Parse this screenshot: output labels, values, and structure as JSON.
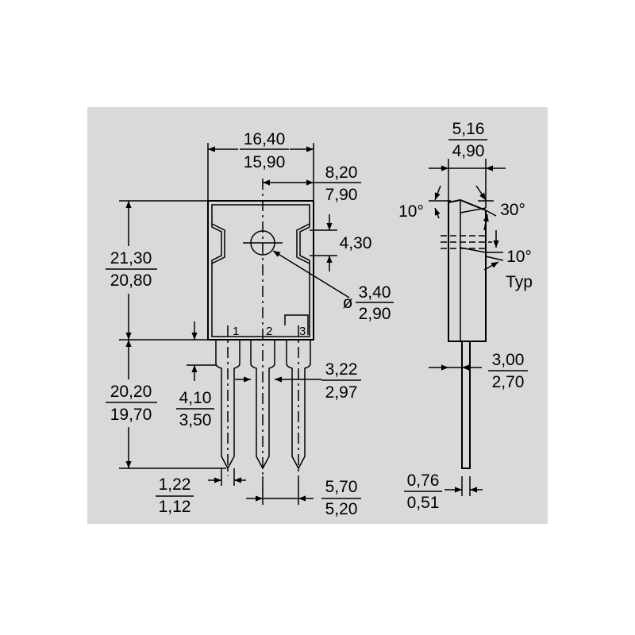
{
  "background_color": "#d9d9d9",
  "front_view": {
    "width": {
      "max": "16,40",
      "min": "15,90"
    },
    "hole_offset": {
      "max": "8,20",
      "min": "7,90"
    },
    "notch": {
      "value": "4,30"
    },
    "body_height": {
      "max": "21,30",
      "min": "20,80"
    },
    "hole_diameter": {
      "symbol": "ø",
      "max": "3,40",
      "min": "2,90"
    },
    "lead_length": {
      "max": "20,20",
      "min": "19,70"
    },
    "lead_shoulder": {
      "max": "4,10",
      "min": "3,50"
    },
    "lead_shoulder_width": {
      "max": "3,22",
      "min": "2,97"
    },
    "lead_width": {
      "max": "1,22",
      "min": "1,12"
    },
    "pitch": {
      "max": "5,70",
      "min": "5,20"
    },
    "pins": [
      "1",
      "2",
      "3"
    ]
  },
  "side_view": {
    "thickness": {
      "max": "5,16",
      "min": "4,90"
    },
    "angle_left": "10°",
    "angle_right": "30°",
    "angle_typ": "10°",
    "typ_label": "Typ",
    "tab_thickness": {
      "max": "3,00",
      "min": "2,70"
    },
    "lead_thickness": {
      "max": "0,76",
      "min": "0,51"
    }
  }
}
